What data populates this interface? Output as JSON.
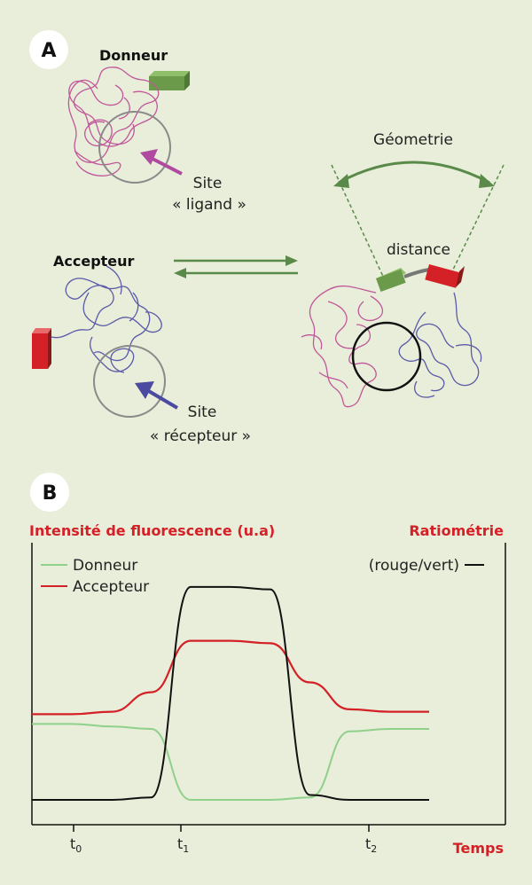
{
  "panel_a": {
    "letter": "A",
    "donneur_label": "Donneur",
    "accepteur_label": "Accepteur",
    "site_ligand_line1": "Site",
    "site_ligand_line2": "« ligand »",
    "site_recepteur_line1": "Site",
    "site_recepteur_line2": "« récepteur »",
    "geometrie_label": "Géometrie",
    "distance_label": "distance"
  },
  "panel_b": {
    "letter": "B",
    "left_title": "Intensité de fluorescence (u.a)",
    "right_title": "Ratiométrie",
    "right_legend": "(rouge/vert)",
    "x_title": "Temps",
    "ticks": [
      {
        "label": "t",
        "sub": "0"
      },
      {
        "label": "t",
        "sub": "1"
      },
      {
        "label": "t",
        "sub": "2"
      }
    ]
  },
  "colors": {
    "background": "#e8eed9",
    "donneur": "#8fd08a",
    "accepteur": "#d42027",
    "ratio": "#111111",
    "green_block": "#6a9a4a",
    "red_block": "#d42027",
    "pink_chain": "#c0579a",
    "blue_chain": "#5a5aa8",
    "arrow_green": "#5a8a4a",
    "arrow_purple": "#b04aa0",
    "arrow_blue": "#4a4aa0"
  },
  "chart_data": {
    "type": "line",
    "title": "",
    "xlabel": "Temps",
    "ylabel": "Intensité de fluorescence (u.a)",
    "y2label": "Ratiométrie",
    "x_ticks": [
      "t0",
      "t1",
      "t2"
    ],
    "x": [
      0,
      1,
      2,
      3,
      4,
      5,
      6,
      7,
      8,
      9,
      10
    ],
    "ylim": [
      0,
      10
    ],
    "series": [
      {
        "name": "Donneur",
        "values": [
          3.1,
          3.1,
          3.0,
          2.9,
          0.0,
          0.0,
          0.0,
          0.1,
          2.8,
          2.9,
          2.9
        ]
      },
      {
        "name": "Accepteur",
        "values": [
          3.5,
          3.5,
          3.6,
          4.4,
          6.5,
          6.5,
          6.4,
          4.8,
          3.7,
          3.6,
          3.6
        ]
      },
      {
        "name": "(rouge/vert)",
        "values": [
          0.0,
          0.0,
          0.0,
          0.1,
          8.7,
          8.7,
          8.6,
          0.2,
          0.0,
          0.0,
          0.0
        ]
      }
    ]
  }
}
